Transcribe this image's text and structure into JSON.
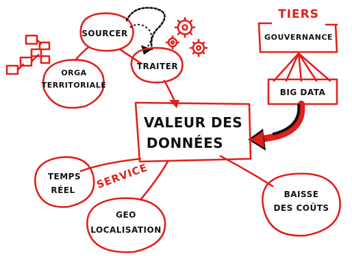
{
  "nodes": {
    "sourcer": "SOURCER",
    "traiter": "TRAITER",
    "orga_line1": "ORGA",
    "orga_line2": "TERRITORIALE",
    "tiers": "TIERS",
    "gouvernance": "GOUVERNANCE",
    "big_data": "BIG DATA",
    "valeur_line1": "VALEUR DES",
    "valeur_line2": "DONNÉES",
    "service": "SERVICE",
    "temps_line1": "TEMPS",
    "temps_line2": "RÉEL",
    "geo_line1": "GEO",
    "geo_line2": "LOCALISATION",
    "baisse_line1": "BAISSE",
    "baisse_line2": "DES COÛTS"
  },
  "icons": [
    "gear-icon",
    "building-blocks-icon",
    "question-mark-icon"
  ],
  "colors": {
    "ink": "#111111",
    "accent": "#e0201b",
    "background": "#ffffff"
  }
}
